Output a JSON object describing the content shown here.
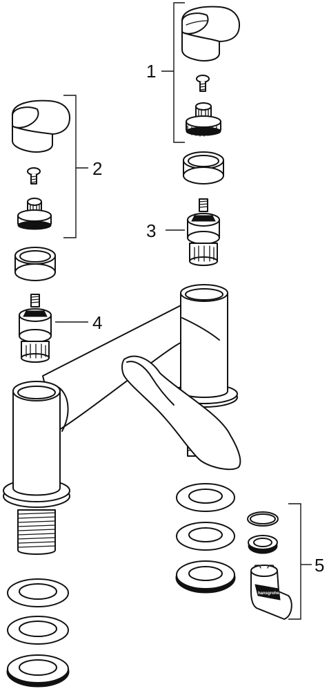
{
  "callouts": {
    "c1": "1",
    "c2": "2",
    "c3": "3",
    "c4": "4",
    "c5": "5"
  },
  "tool": {
    "brand": "hansgrohe"
  }
}
